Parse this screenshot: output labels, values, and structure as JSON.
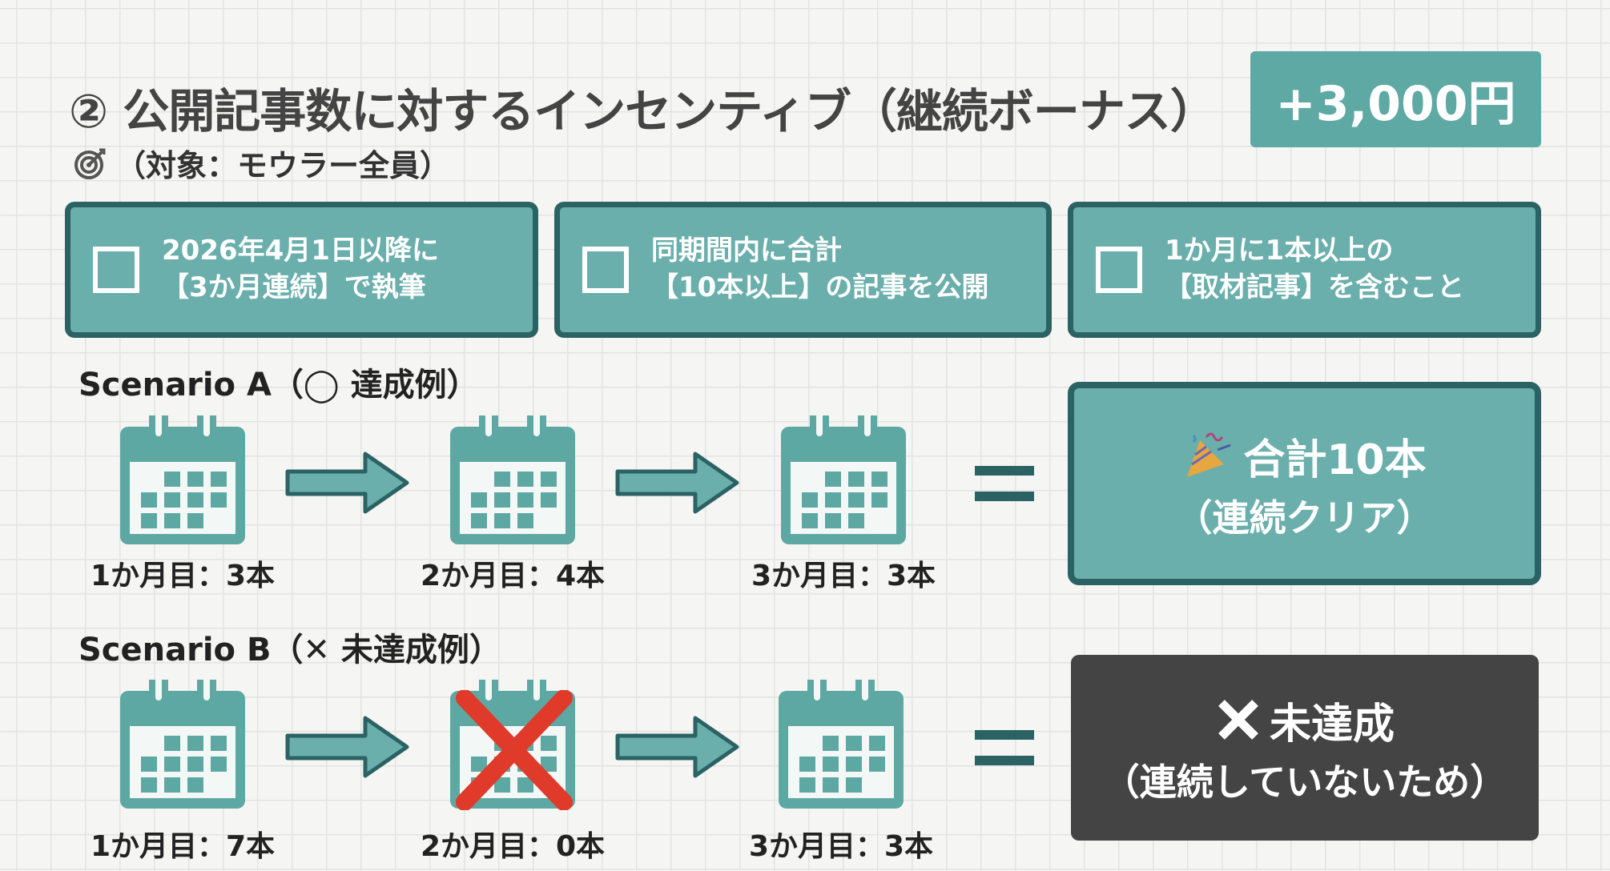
{
  "header": {
    "title": "② 公開記事数に対するインセンティブ（継続ボーナス）",
    "subtitle": "（対象：モウラー全員）",
    "subtitle_icon": "target-icon",
    "bonus": "+3,000円"
  },
  "conditions": [
    {
      "line1": "2026年4月1日以降に",
      "line2": "【3か月連続】で執筆"
    },
    {
      "line1": "同期間内に合計",
      "line2": "【10本以上】の記事を公開"
    },
    {
      "line1": "1か月に1本以上の",
      "line2": "【取材記事】を含むこと"
    }
  ],
  "scenario_a": {
    "label": "Scenario A（◯ 達成例）",
    "months": [
      "1か月目：3本",
      "2か月目：4本",
      "3か月目：3本"
    ],
    "result_line1": "合計10本",
    "result_line2": "（連続クリア）",
    "result_icon": "party-popper-icon"
  },
  "scenario_b": {
    "label": "Scenario B（✕ 未達成例）",
    "months": [
      "1か月目：7本",
      "2か月目：0本",
      "3か月目：3本"
    ],
    "result_line1": "未達成",
    "result_line2": "（連続していないため）",
    "result_icon": "x-icon"
  },
  "colors": {
    "teal": "#6aafac",
    "teal_dark": "#2b6263",
    "calendar": "#5ea8a3",
    "fail_box": "#444444",
    "cross": "#e03a2a"
  }
}
